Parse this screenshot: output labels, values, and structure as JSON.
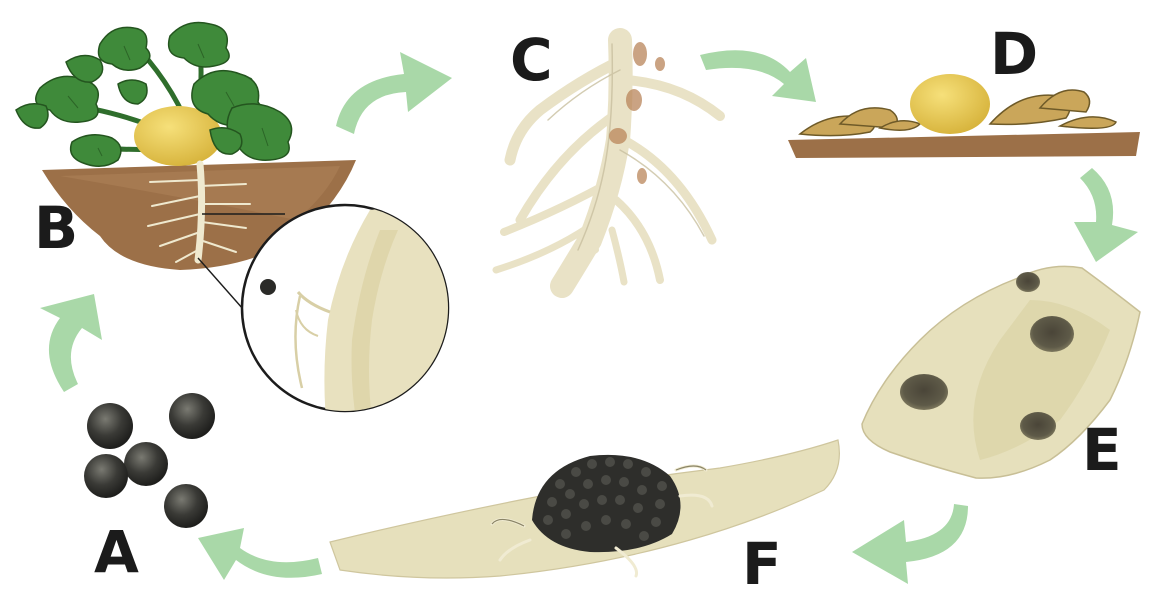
{
  "diagram": {
    "stages": [
      {
        "id": "A",
        "label": "A"
      },
      {
        "id": "B",
        "label": "B"
      },
      {
        "id": "C",
        "label": "C"
      },
      {
        "id": "D",
        "label": "D"
      },
      {
        "id": "E",
        "label": "E"
      },
      {
        "id": "F",
        "label": "F"
      }
    ],
    "cycle_order": [
      "A",
      "B",
      "C",
      "D",
      "E",
      "F",
      "A"
    ],
    "colors": {
      "arrow": "#a9d8a8",
      "soil": "#9c7048",
      "leaf": "#3f8a3a",
      "root": "#efe9cf",
      "tuber": "#e6c84a",
      "spore": "#3a3a36",
      "tissue": "#e6e0bc"
    }
  }
}
